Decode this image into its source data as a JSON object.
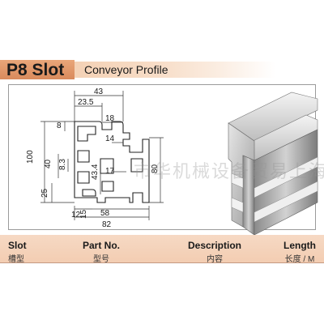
{
  "header": {
    "slot_title": "P8 Slot",
    "subtitle": "Conveyor Profile"
  },
  "drawing": {
    "dimensions": {
      "w43": "43",
      "w23_5": "23.5",
      "h8": "8",
      "w18": "18",
      "w14": "14",
      "h100": "100",
      "h40": "40",
      "h8_3": "8.3",
      "h43_4": "43.4",
      "w17": "17",
      "h25": "25",
      "w12": "12",
      "w15": "15",
      "w58": "58",
      "w82": "82",
      "h80": "80"
    },
    "watermark": "市华机械设备贸易上海"
  },
  "table": {
    "slot_en": "Slot",
    "slot_cn": "槽型",
    "part_en": "Part No.",
    "part_cn": "型号",
    "desc_en": "Description",
    "desc_cn": "内容",
    "len_en": "Length",
    "len_cn": "长度 / M"
  },
  "colors": {
    "accent": "#d98a5c",
    "header_fill": "#f6d9c4"
  }
}
